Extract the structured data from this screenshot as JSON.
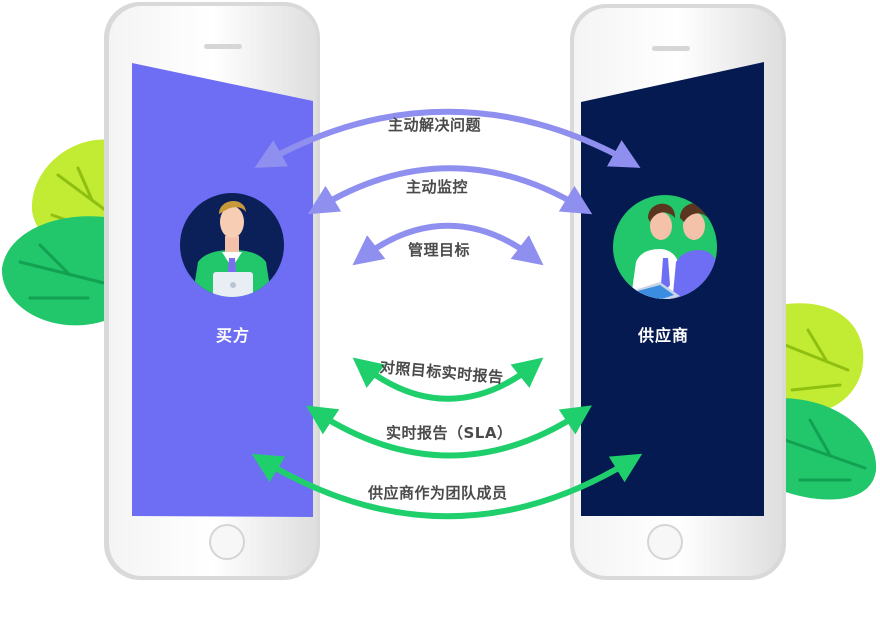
{
  "parties": {
    "buyer": {
      "label": "买方",
      "screen_color": "#6e6ef5"
    },
    "supplier": {
      "label": "供应商",
      "screen_color": "#061a52"
    }
  },
  "flows": {
    "proactive_resolution": "主动解决问题",
    "proactive_monitoring": "主动监控",
    "manage_goals": "管理目标",
    "realtime_vs_goals": "对照目标实时报告",
    "realtime_sla": "实时报告（SLA）",
    "supplier_team": "供应商作为团队成员"
  },
  "colors": {
    "purple_arrow": "#8f8ff0",
    "green_arrow": "#1fcf6b",
    "leaf_green": "#22c66b",
    "leaf_lime": "#c2ec33",
    "phone_body": "#eeeeee"
  },
  "icons": [
    "buyer-avatar-icon",
    "supplier-avatar-icon",
    "leaf-icon",
    "home-button-icon"
  ]
}
